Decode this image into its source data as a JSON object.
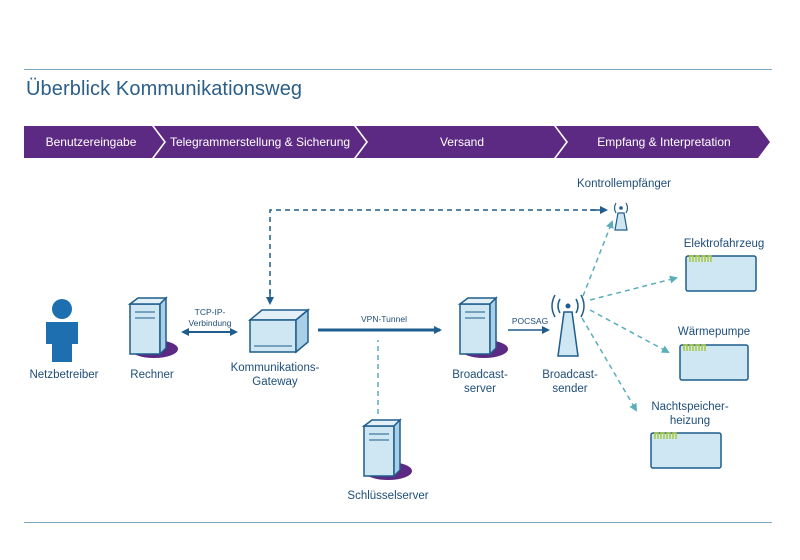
{
  "title": "Überblick Kommunikationsweg",
  "phases": [
    "Benutzereingabe",
    "Telegrammerstellung & Sicherung",
    "Versand",
    "Empfang & Interpretation"
  ],
  "nodes": {
    "netzbetreiber": "Netzbetreiber",
    "rechner": "Rechner",
    "gateway_line1": "Kommunikations-",
    "gateway_line2": "Gateway",
    "broadcast_server_line1": "Broadcast-",
    "broadcast_server_line2": "server",
    "broadcast_sender_line1": "Broadcast-",
    "broadcast_sender_line2": "sender",
    "schluesselserver": "Schlüsselserver",
    "kontrollempfaenger": "Kontrollempfänger",
    "elektrofahrzeug": "Elektrofahrzeug",
    "waermepumpe": "Wärmepumpe",
    "nachtspeicher_line1": "Nachtspeicher-",
    "nachtspeicher_line2": "heizung"
  },
  "connections": {
    "tcp_line1": "TCP-IP-",
    "tcp_line2": "Verbindung",
    "vpn": "VPN-Tunnel",
    "pocsag": "POCSAG"
  },
  "colors": {
    "phase_purple": "#5c2a82",
    "primary_blue": "#1e5d8c",
    "light_blue": "#cfe6f3",
    "dashed_teal": "#5aaeb8",
    "accent_green": "#a8c83c"
  }
}
